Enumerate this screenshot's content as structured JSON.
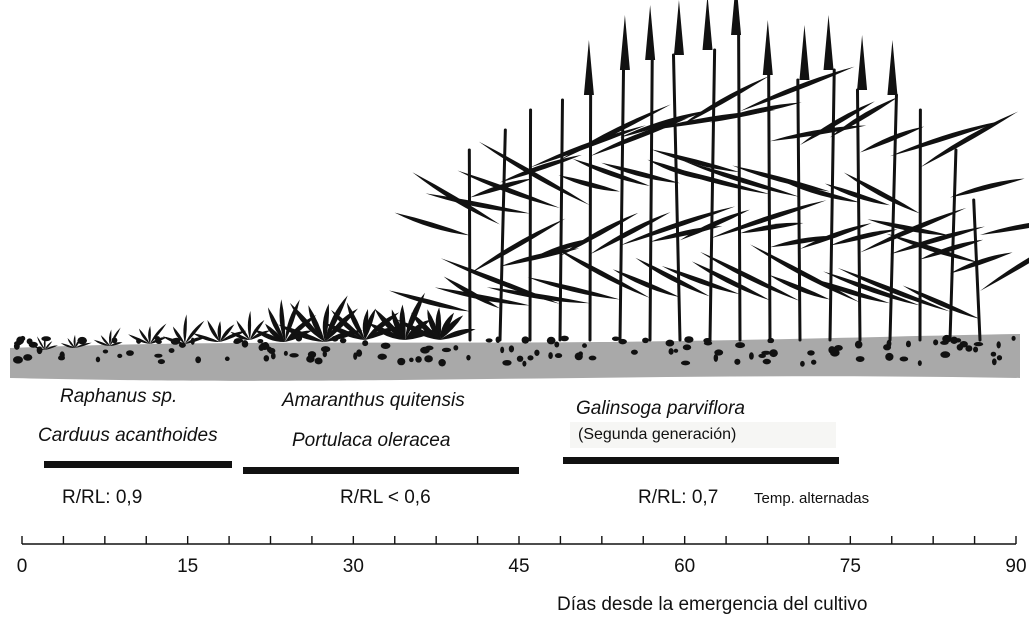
{
  "groups": [
    {
      "species": [
        "Raphanus sp.",
        "Carduus acanthoides"
      ],
      "ratio": "R/RL: 0,9",
      "span_days": [
        2,
        19
      ]
    },
    {
      "species": [
        "Amaranthus quitensis",
        "Portulaca oleracea"
      ],
      "ratio": "R/RL < 0,6",
      "span_days": [
        20,
        45
      ]
    },
    {
      "species": [
        "Galinsoga parviflora",
        "(Segunda generación)"
      ],
      "ratio": "R/RL: 0,7",
      "extra": "Temp.  alternadas",
      "span_days": [
        49,
        74
      ]
    }
  ],
  "axis": {
    "min": 0,
    "max": 90,
    "ticks": [
      "0",
      "15",
      "30",
      "45",
      "60",
      "75",
      "90"
    ],
    "minor_step_days": 3.75,
    "label": "Días desde la emergencia del cultivo"
  },
  "colors": {
    "ink": "#111111",
    "soil": "#a9a9a9"
  },
  "icons": [
    "crop-growth-illustration",
    "soil-strip"
  ]
}
